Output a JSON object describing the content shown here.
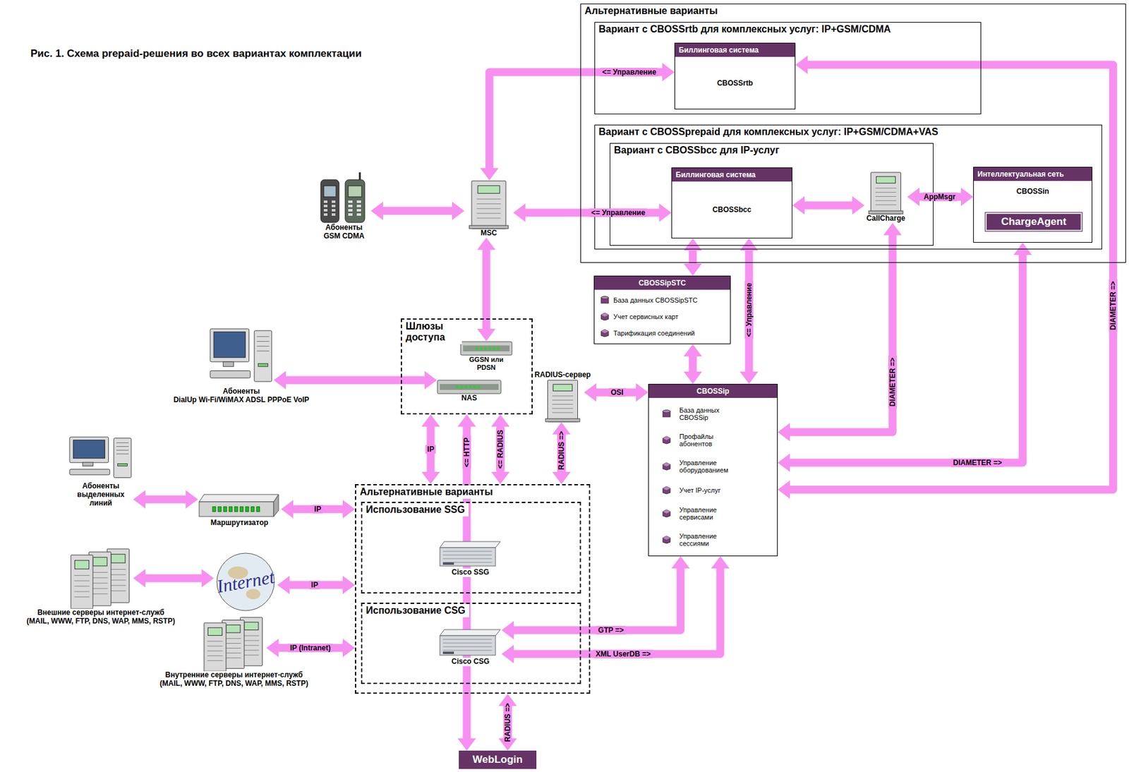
{
  "diagram": {
    "title": "Рис. 1. Схема prepaid-решения во всех вариантах комплектации",
    "nodes": [
      {
        "text": [
          "Альтернативные варианты"
        ]
      },
      {
        "text": [
          "Вариант с CBOSSrtb для комплексных услуг: IP+GSM/CDMA"
        ],
        "in": 0
      },
      {
        "text": [
          "Биллинговая система",
          "CBOSSrtb"
        ],
        "in": 1
      },
      {
        "text": [
          "Вариант с CBOSSprepaid для комплексных услуг: IP+GSM/CDMA+VAS"
        ],
        "in": 0
      },
      {
        "text": [
          "Вариант с CBOSSbcc для IP-услуг"
        ],
        "in": 3
      },
      {
        "text": [
          "Биллинговая система",
          "CBOSSbcc"
        ],
        "in": 4
      },
      {
        "text": [
          "CallCharge"
        ],
        "in": 4
      },
      {
        "text": [
          "Интеллектуальная сеть",
          "CBOSSin"
        ],
        "in": 3
      },
      {
        "text": [
          "ChargeAgent"
        ],
        "in": 7
      },
      {
        "text": [
          "Абоненты GSM CDMA"
        ]
      },
      {
        "text": [
          "MSC"
        ]
      },
      {
        "text": [
          "CBOSSipSTC",
          "База данных CBOSSipSTC",
          "Учет сервисных карт",
          "Тарификация соединений"
        ]
      },
      {
        "text": [
          "Шлюзы доступа"
        ]
      },
      {
        "text": [
          "GGSN или PDSN"
        ],
        "in": 12
      },
      {
        "text": [
          "NAS"
        ],
        "in": 12
      },
      {
        "text": [
          "Абоненты",
          "DialUp Wi-Fi/WiMAX ADSL PPPoE VoIP"
        ]
      },
      {
        "text": [
          "RADIUS-сервер"
        ]
      },
      {
        "text": [
          "CBOSSip",
          "База данных CBOSSip",
          "Профайлы абонентов",
          "Управление оборудованием",
          "Учет IP-услуг",
          "Управление сервисами",
          "Управление сессиями"
        ]
      },
      {
        "text": [
          "Абоненты выделенных линий"
        ]
      },
      {
        "text": [
          "Маршрутизатор"
        ]
      },
      {
        "text": [
          "Альтернативные варианты"
        ]
      },
      {
        "text": [
          "Использование SSG"
        ],
        "in": 20
      },
      {
        "text": [
          "Cisco SSG"
        ],
        "in": 21
      },
      {
        "text": [
          "Использование CSG"
        ],
        "in": 20
      },
      {
        "text": [
          "Cisco CSG"
        ],
        "in": 23
      },
      {
        "text": [
          "Внешние серверы интернет-служб",
          "(MAIL, WWW, FTP, DNS, WAP, MMS, RSTP)"
        ]
      },
      {
        "text": [
          "Internet"
        ]
      },
      {
        "text": [
          "Внутренние серверы интернет-служб",
          "(MAIL, WWW, FTP, DNS, WAP, MMS, RSTP)"
        ]
      },
      {
        "text": [
          "WebLogin"
        ]
      }
    ],
    "edges": [
      {
        "from": 10,
        "to": 2,
        "arrow": "both",
        "label": "<= Управление"
      },
      {
        "from": 9,
        "to": 10,
        "arrow": "both"
      },
      {
        "from": 10,
        "to": 5,
        "arrow": "both",
        "label": "<= Управление"
      },
      {
        "from": 10,
        "to": 13,
        "arrow": "both"
      },
      {
        "from": 5,
        "to": 6,
        "arrow": "both"
      },
      {
        "from": 6,
        "to": 7,
        "arrow": "both",
        "label": "AppMsgr"
      },
      {
        "from": 5,
        "to": 11,
        "arrow": "both"
      },
      {
        "from": 5,
        "to": 17,
        "arrow": "both",
        "label": "<= Управление"
      },
      {
        "from": 11,
        "to": 17,
        "arrow": "both"
      },
      {
        "from": 6,
        "to": 17,
        "arrow": "both",
        "label": "DIAMETER =>"
      },
      {
        "from": 7,
        "to": 17,
        "arrow": "both",
        "label": "DIAMETER =>"
      },
      {
        "from": 2,
        "to": 17,
        "arrow": "both",
        "label": "DIAMETER =>"
      },
      {
        "from": 15,
        "to": 14,
        "arrow": "both"
      },
      {
        "from": 16,
        "to": 17,
        "arrow": "both",
        "label": "OSI"
      },
      {
        "from": 12,
        "to": 20,
        "arrow": "both",
        "label": "IP"
      },
      {
        "from": 12,
        "to": 28,
        "arrow": "both",
        "label": "<= HTTP"
      },
      {
        "from": 12,
        "to": 20,
        "arrow": "both",
        "label": "<= RADIUS"
      },
      {
        "from": 16,
        "to": 20,
        "arrow": "both",
        "label": "RADIUS =>"
      },
      {
        "from": 18,
        "to": 19,
        "arrow": "both"
      },
      {
        "from": 19,
        "to": 20,
        "arrow": "both",
        "label": "IP"
      },
      {
        "from": 25,
        "to": 26,
        "arrow": "both"
      },
      {
        "from": 26,
        "to": 20,
        "arrow": "both",
        "label": "IP"
      },
      {
        "from": 27,
        "to": 20,
        "arrow": "both",
        "label": "IP (Intranet)"
      },
      {
        "from": 17,
        "to": 24,
        "arrow": "both",
        "label": "GTP =>"
      },
      {
        "from": 17,
        "to": 24,
        "arrow": "both",
        "label": "XML UserDB =>"
      },
      {
        "from": 20,
        "to": 28,
        "arrow": "both",
        "label": "RADIUS =>"
      }
    ]
  }
}
